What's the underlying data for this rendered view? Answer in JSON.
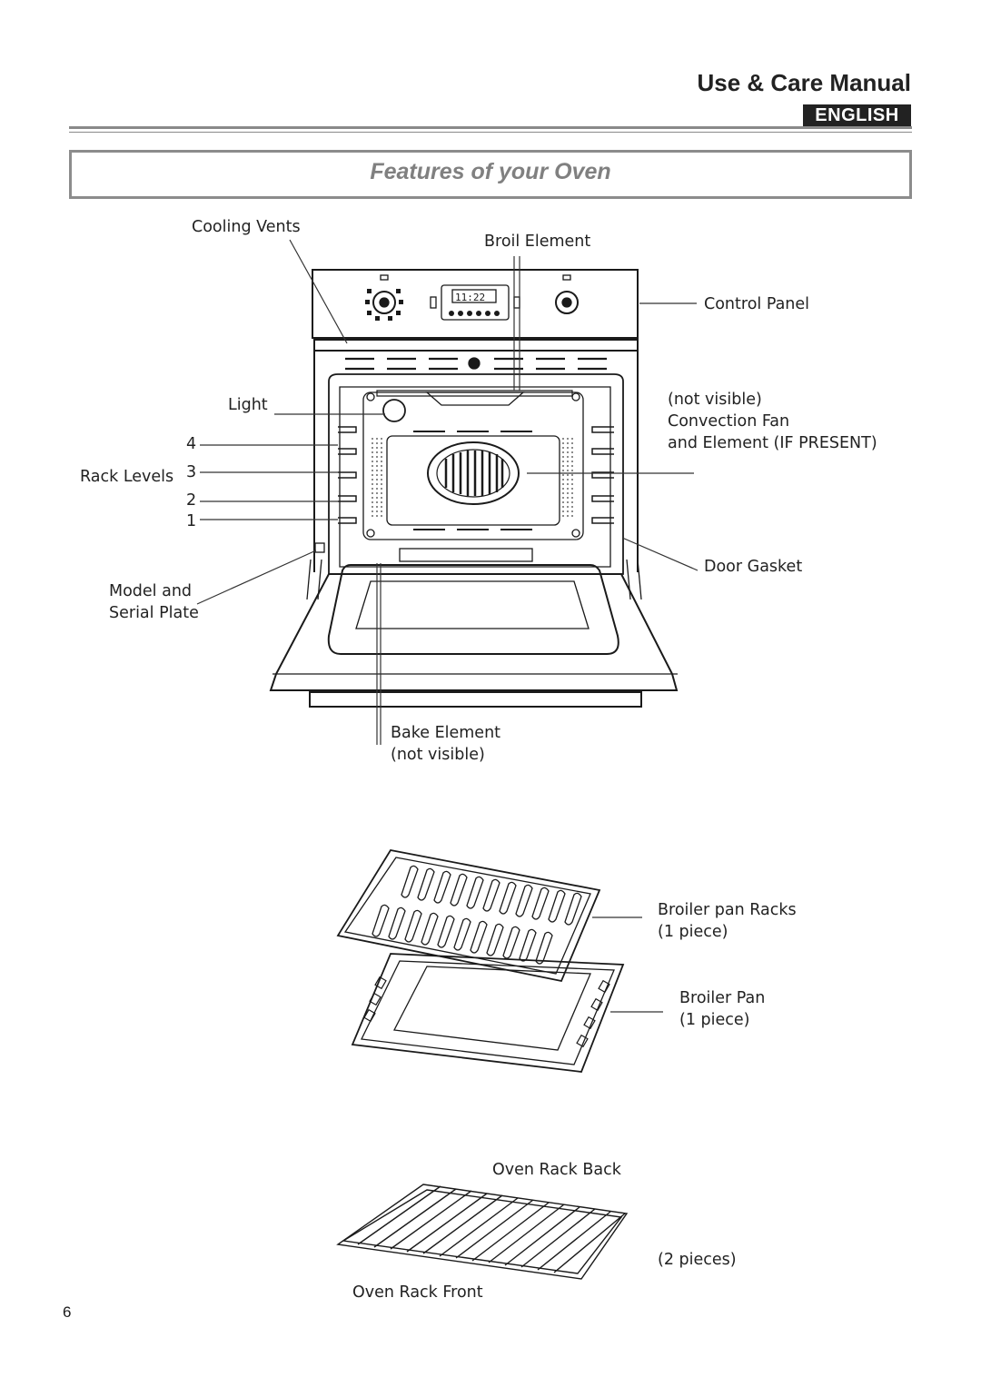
{
  "header": {
    "title": "Use & Care Manual",
    "language": "ENGLISH"
  },
  "section": {
    "title": "Features of your Oven"
  },
  "oven_diagram": {
    "labels": {
      "cooling_vents": "Cooling Vents",
      "broil_element": "Broil Element",
      "control_panel": "Control Panel",
      "light": "Light",
      "not_visible_fan": "(not visible)",
      "convection_fan": "Convection Fan",
      "and_element": "and Element (IF PRESENT)",
      "rack_levels": "Rack Levels",
      "rack_4": "4",
      "rack_3": "3",
      "rack_2": "2",
      "rack_1": "1",
      "model_and": "Model and",
      "serial_plate": "Serial Plate",
      "door_gasket": "Door Gasket",
      "bake_element": "Bake Element",
      "bake_not_visible": "(not visible)"
    },
    "display_time": "11:22"
  },
  "accessories": {
    "broiler_pan_racks": "Broiler pan Racks",
    "broiler_pan_racks_qty": "(1 piece)",
    "broiler_pan": "Broiler Pan",
    "broiler_pan_qty": "(1 piece)",
    "oven_rack_back": "Oven Rack Back",
    "oven_rack_front": "Oven Rack Front",
    "oven_rack_qty": "(2 pieces)"
  },
  "footer": {
    "page_number": "6"
  }
}
